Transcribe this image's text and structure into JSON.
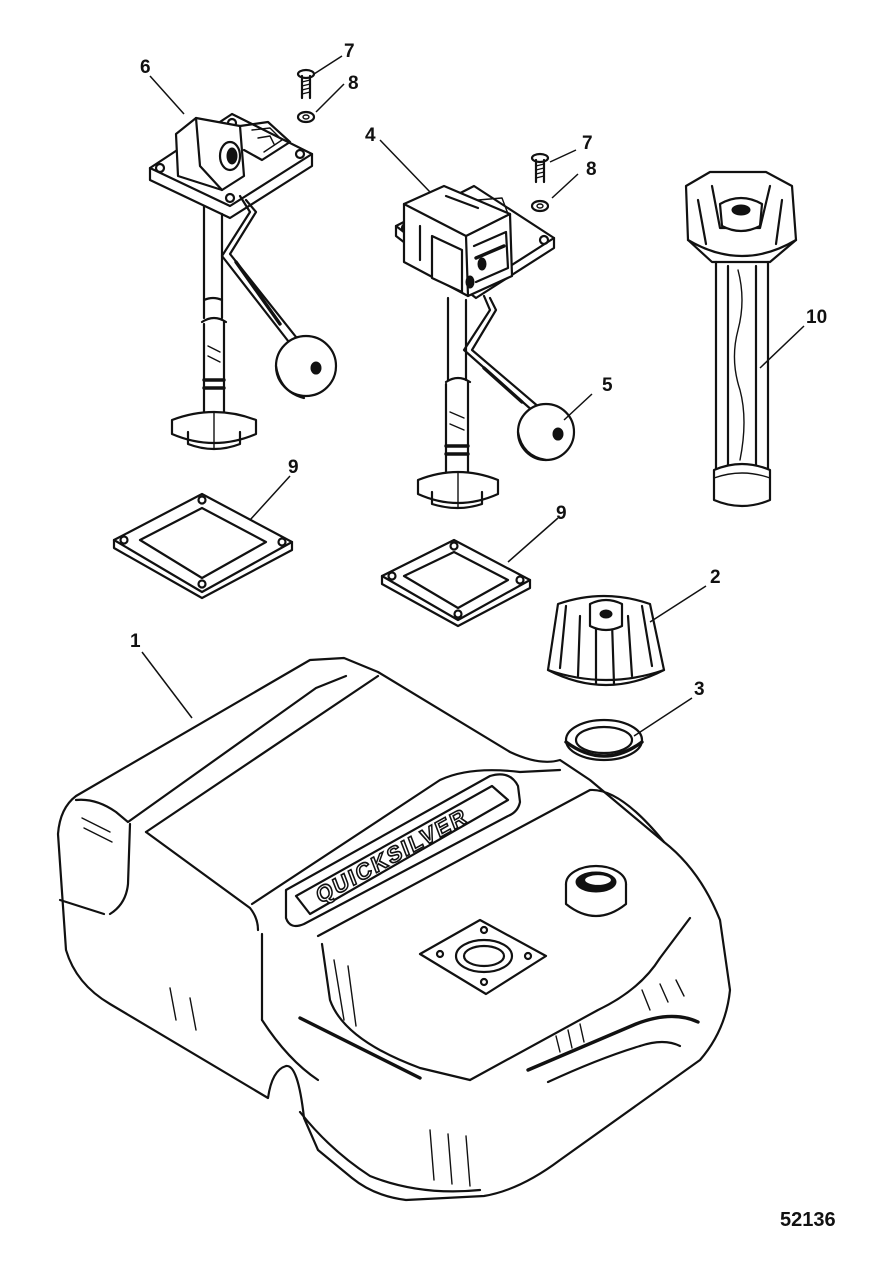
{
  "callouts": {
    "c1": "1",
    "c2": "2",
    "c3": "3",
    "c4": "4",
    "c5": "5",
    "c6": "6",
    "c7a": "7",
    "c8a": "8",
    "c7b": "7",
    "c8b": "8",
    "c9a": "9",
    "c9b": "9",
    "c10": "10"
  },
  "tank_brand": "QUICKSILVER",
  "figure_number": "52136"
}
